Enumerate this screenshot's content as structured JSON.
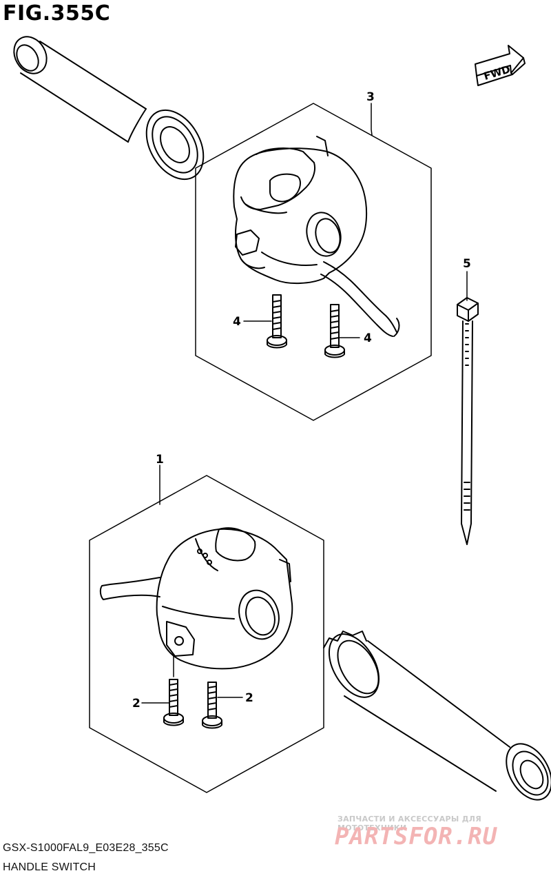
{
  "figure": {
    "title": "FIG.355C",
    "model_code": "GSX-S1000FAL9_E03E28_355C",
    "section_name": "HANDLE SWITCH"
  },
  "direction_badge": "FWD",
  "callouts": [
    "1",
    "2",
    "2",
    "3",
    "4",
    "4",
    "5"
  ],
  "watermark": {
    "tagline": "ЗАПЧАСТИ И АКСЕССУАРЫ ДЛЯ МОТОТЕХНИКИ",
    "site": "PARTSFOR.RU"
  },
  "colors": {
    "line": "#000000",
    "watermark_red": "#f3b4b4",
    "watermark_gray": "#c9c9c9"
  }
}
